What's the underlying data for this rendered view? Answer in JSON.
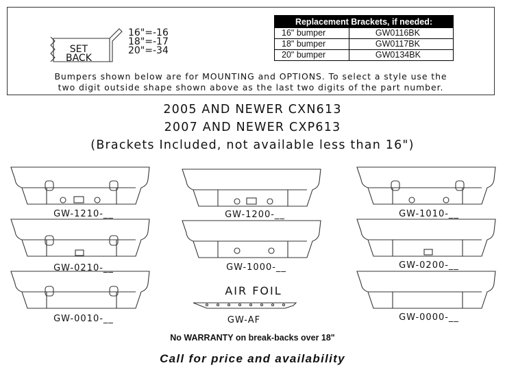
{
  "setback": {
    "label_line1": "SET",
    "label_line2": "BACK",
    "options": [
      "16\"=-16",
      "18\"=-17",
      "20\"=-34"
    ]
  },
  "brackets_table": {
    "title": "Replacement Brackets, if needed:",
    "rows": [
      {
        "size": "16\" bumper",
        "part": "GW0116BK"
      },
      {
        "size": "18\" bumper",
        "part": "GW0117BK"
      },
      {
        "size": "20\" bumper",
        "part": "GW0134BK"
      }
    ]
  },
  "note": {
    "line1": "Bumpers shown below are for MOUNTING and OPTIONS. To select a style use the",
    "line2": "two digit outside shape shown above as the last two digits of the part number."
  },
  "models": {
    "line1": "2005 AND NEWER CXN613",
    "line2": "2007 AND NEWER CXP613",
    "line3": "(Brackets Included, not available less than 16\")"
  },
  "parts": {
    "p1210": "GW-1210-__",
    "p1200": "GW-1200-__",
    "p1010": "GW-1010-__",
    "p0210": "GW-0210-__",
    "p1000": "GW-1000-__",
    "p0200": "GW-0200-__",
    "p0010": "GW-0010-__",
    "air_foil_title": "AIR FOIL",
    "air_foil": "GW-AF",
    "p0000": "GW-0000-__"
  },
  "footer": {
    "warranty": "No WARRANTY on break-backs over 18\"",
    "call": "Call for price and availability"
  }
}
